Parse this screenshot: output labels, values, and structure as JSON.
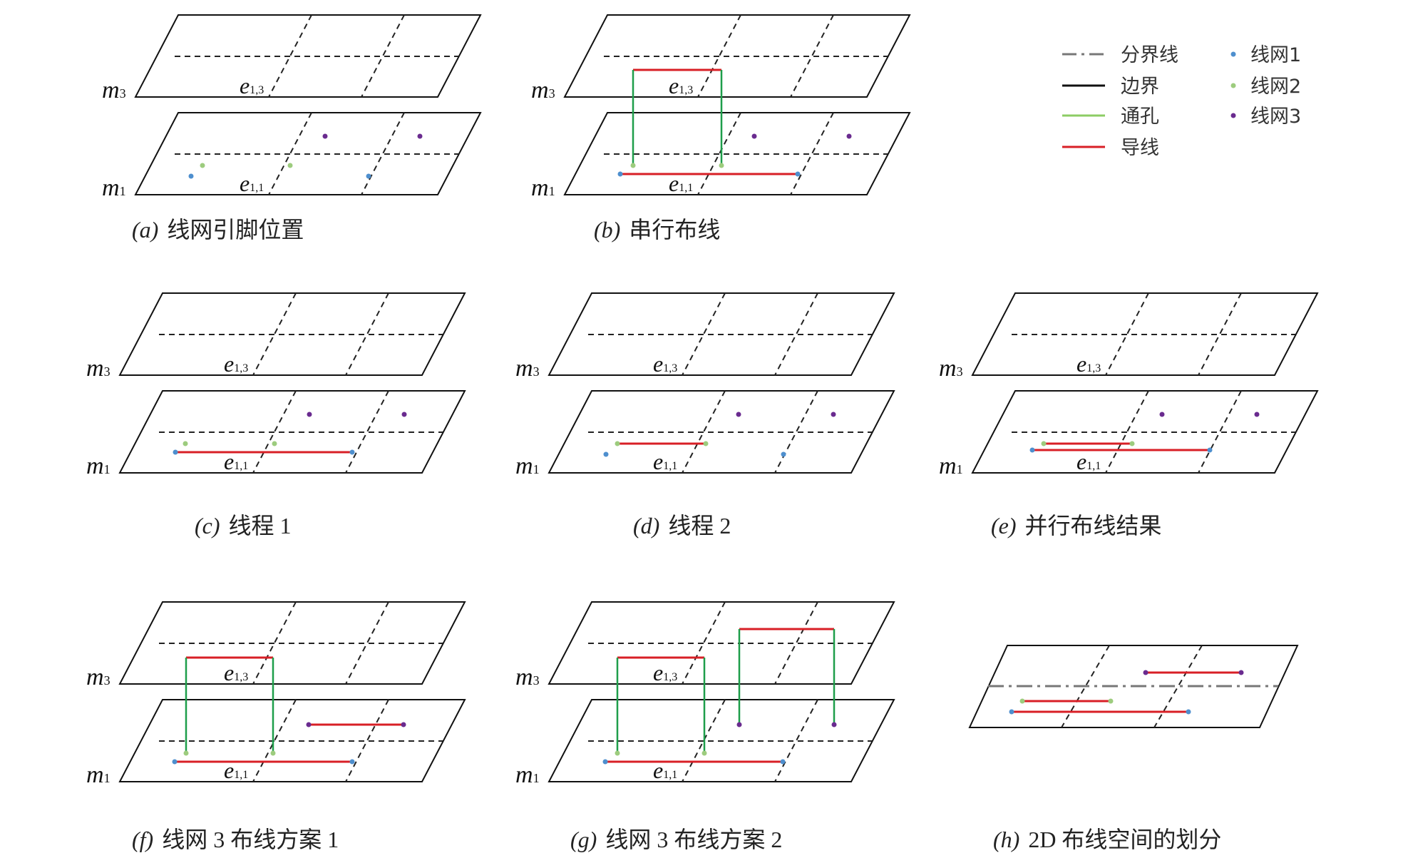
{
  "layer_labels": {
    "upper": "m3",
    "lower": "m1",
    "upper_sub": "3",
    "lower_sub": "1",
    "letter": "m"
  },
  "tile_labels": {
    "e13": "e",
    "e13_sub": "1,3",
    "e11": "e",
    "e11_sub": "1,1"
  },
  "legend": {
    "lines": [
      {
        "label": "分界线",
        "style": "dashdot",
        "color": "#777777"
      },
      {
        "label": "边界",
        "style": "solid",
        "color": "#111111"
      },
      {
        "label": "通孔",
        "style": "solid",
        "color": "#8ccc64"
      },
      {
        "label": "导线",
        "style": "solid",
        "color": "#d81f26"
      }
    ],
    "dots": [
      {
        "label": "线网1",
        "color": "#4e8fce"
      },
      {
        "label": "线网2",
        "color": "#9dcc7e"
      },
      {
        "label": "线网3",
        "color": "#6a2b8f"
      }
    ]
  },
  "panels": {
    "a": {
      "tag": "(a)",
      "title": "线网引脚位置"
    },
    "b": {
      "tag": "(b)",
      "title": "串行布线"
    },
    "c": {
      "tag": "(c)",
      "title": "线程 1"
    },
    "d": {
      "tag": "(d)",
      "title": "线程 2"
    },
    "e": {
      "tag": "(e)",
      "title": "并行布线结果"
    },
    "f": {
      "tag": "(f)",
      "title": "线网 3 布线方案 1"
    },
    "g": {
      "tag": "(g)",
      "title": "线网 3 布线方案 2"
    },
    "h": {
      "tag": "(h)",
      "title": "2D 布线空间的划分"
    }
  },
  "colors": {
    "border": "#111111",
    "grid": "#222222",
    "wire": "#d81f26",
    "via": "#1e9e4a",
    "net1": "#4e8fce",
    "net2": "#9dcc7e",
    "net3": "#6a2b8f",
    "divider": "#777777"
  }
}
